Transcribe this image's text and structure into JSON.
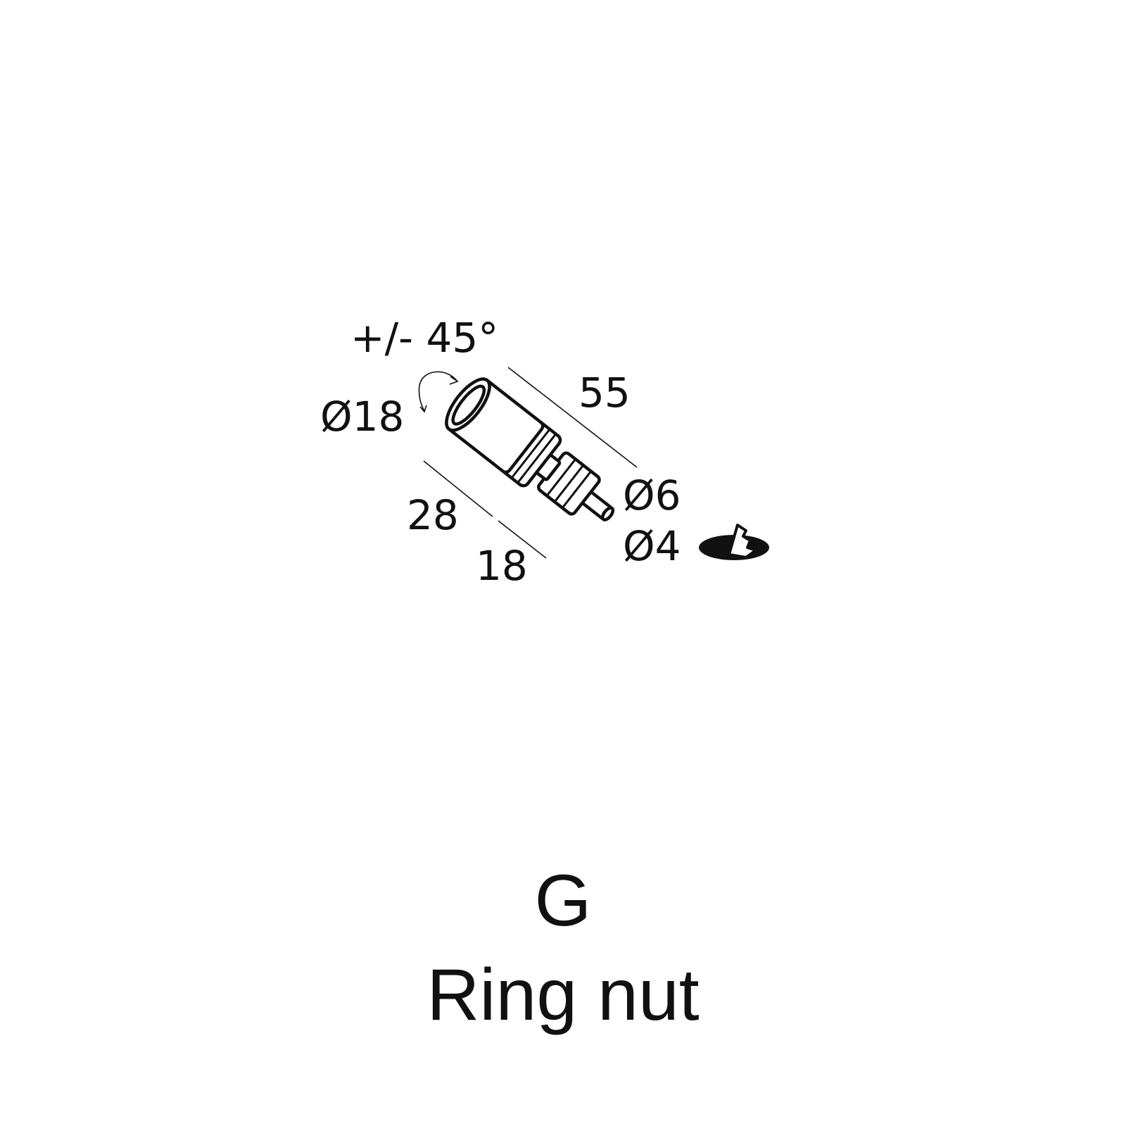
{
  "diagram": {
    "rotation_label": "+/- 45°",
    "head_diameter_label": "Ø18",
    "length_label": "55",
    "head_length_label": "28",
    "collar_length_label": "18",
    "shaft_diameter_label": "Ø6",
    "pin_diameter_label": "Ø4",
    "icons": [
      "rotation-arrow-icon",
      "recessed-mounting-icon"
    ],
    "line_color": "#111111",
    "background_color": "#ffffff"
  },
  "caption": {
    "code": "G",
    "name": "Ring nut"
  }
}
